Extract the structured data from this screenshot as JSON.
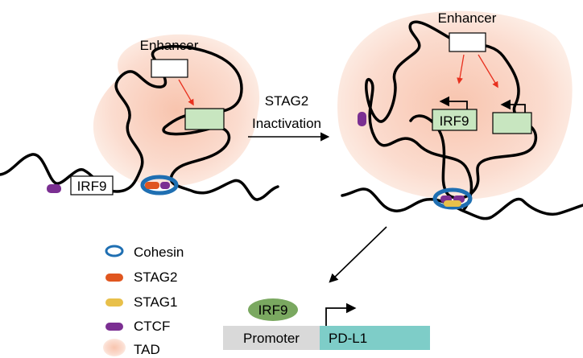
{
  "left_panel": {
    "enhancer_label": "Enhancer",
    "gene_label": "IRF9"
  },
  "transition": {
    "line1": "STAG2",
    "line2": "Inactivation"
  },
  "right_panel": {
    "enhancer_label": "Enhancer",
    "gene_label": "IRF9"
  },
  "legend": {
    "items": [
      {
        "label": "Cohesin",
        "color": "#1f6fb2",
        "shape": "ring"
      },
      {
        "label": "STAG2",
        "color": "#e0561f",
        "shape": "pill"
      },
      {
        "label": "STAG1",
        "color": "#e8c04a",
        "shape": "pill"
      },
      {
        "label": "CTCF",
        "color": "#7b2f92",
        "shape": "pill"
      },
      {
        "label": "TAD",
        "color": "#fbd9cc",
        "shape": "blob"
      }
    ]
  },
  "bottom": {
    "tf_label": "IRF9",
    "promoter_label": "Promoter",
    "gene_label": "PD-L1"
  },
  "colors": {
    "tad": "#fbdccf",
    "gene_box": "#c8e6c0",
    "cohesin": "#1f6fb2",
    "stag2": "#e0561f",
    "stag1": "#e8c04a",
    "ctcf": "#7b2f92",
    "arrow_red": "#e8301e",
    "tf_oval": "#7aa860",
    "promoter_bg": "#d9d9d9",
    "gene_bg": "#7ecdc8"
  }
}
